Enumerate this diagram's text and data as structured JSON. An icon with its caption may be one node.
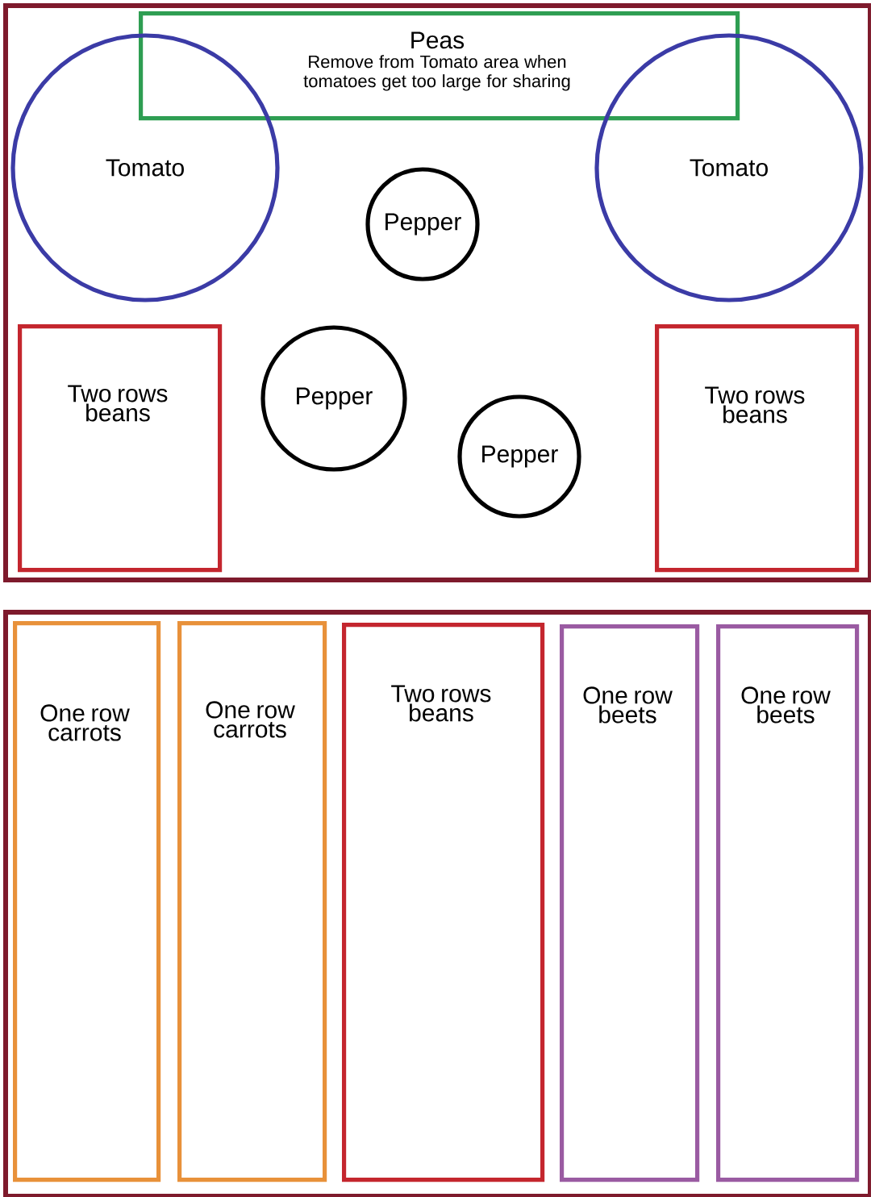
{
  "diagram": {
    "nodes": [
      {
        "text": [],
        "shape": "box"
      },
      {
        "text": [
          "Peas",
          "Remove from Tomato area when tomatoes get too large for sharing"
        ],
        "in": 0
      },
      {
        "text": [
          "Tomato"
        ],
        "in": 0
      },
      {
        "text": [
          "Tomato"
        ],
        "in": 0
      },
      {
        "text": [
          "Pepper"
        ],
        "in": 0
      },
      {
        "text": [
          "Two rows beans"
        ],
        "in": 0
      },
      {
        "text": [
          "Pepper"
        ],
        "in": 0
      },
      {
        "text": [
          "Two rows beans"
        ],
        "in": 0
      },
      {
        "text": [
          "Pepper"
        ],
        "in": 0
      },
      {
        "text": [],
        "shape": "box"
      },
      {
        "text": [
          "One row carrots"
        ],
        "in": 9
      },
      {
        "text": [
          "One row carrots"
        ],
        "in": 9
      },
      {
        "text": [
          "Two rows beans"
        ],
        "in": 9
      },
      {
        "text": [
          "One row beets"
        ],
        "in": 9
      },
      {
        "text": [
          "One row beets"
        ],
        "in": 9
      }
    ]
  }
}
